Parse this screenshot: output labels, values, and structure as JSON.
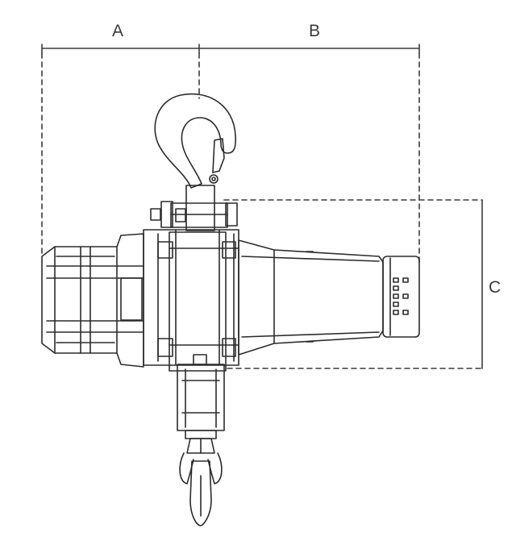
{
  "diagram": {
    "dimensions": {
      "a": "A",
      "b": "B",
      "c": "C"
    },
    "colors": {
      "line": "#2b2b2b",
      "dimension": "#3a3a3a",
      "background": "#ffffff"
    }
  }
}
